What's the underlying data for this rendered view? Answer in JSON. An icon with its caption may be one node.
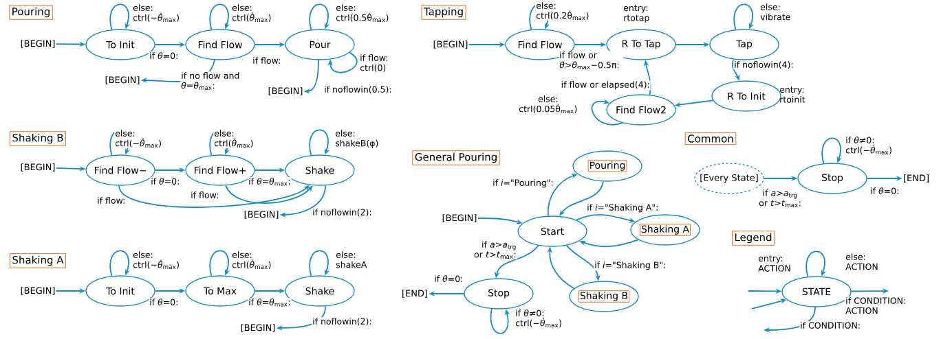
{
  "diagram": {
    "nodes": [
      {
        "text": [
          "Pouring"
        ]
      },
      {
        "text": [
          "[BEGIN]"
        ]
      },
      {
        "text": [
          "To Init"
        ]
      },
      {
        "text": [
          "Find Flow"
        ]
      },
      {
        "text": [
          "Pour"
        ]
      },
      {
        "text": [
          "[BEGIN]"
        ]
      },
      {
        "text": [
          "[BEGIN]"
        ]
      },
      {
        "text": [
          "Tapping"
        ]
      },
      {
        "text": [
          "[BEGIN]"
        ]
      },
      {
        "text": [
          "Find Flow"
        ]
      },
      {
        "text": [
          "R To Tap"
        ],
        "beside": [
          "entry: rtotap"
        ]
      },
      {
        "text": [
          "Tap"
        ]
      },
      {
        "text": [
          "R To Init"
        ],
        "beside": [
          "entry: rtoinit"
        ]
      },
      {
        "text": [
          "Find Flow2"
        ]
      },
      {
        "text": [
          "Shaking B"
        ]
      },
      {
        "text": [
          "[BEGIN]"
        ]
      },
      {
        "text": [
          "Find Flow−"
        ]
      },
      {
        "text": [
          "Find Flow+"
        ]
      },
      {
        "text": [
          "Shake"
        ]
      },
      {
        "text": [
          "[BEGIN]"
        ]
      },
      {
        "text": [
          "Shaking A"
        ]
      },
      {
        "text": [
          "[BEGIN]"
        ]
      },
      {
        "text": [
          "To Init"
        ]
      },
      {
        "text": [
          "To Max"
        ]
      },
      {
        "text": [
          "Shake"
        ]
      },
      {
        "text": [
          "[BEGIN]"
        ]
      },
      {
        "text": [
          "General Pouring"
        ]
      },
      {
        "text": [
          "[BEGIN]"
        ]
      },
      {
        "text": [
          "Start"
        ]
      },
      {
        "text": [],
        "shape": "ellipse"
      },
      {
        "text": [
          "Pouring"
        ],
        "in": 29
      },
      {
        "text": [],
        "shape": "ellipse"
      },
      {
        "text": [
          "Shaking A"
        ],
        "in": 31
      },
      {
        "text": [],
        "shape": "ellipse"
      },
      {
        "text": [
          "Shaking B"
        ],
        "in": 33
      },
      {
        "text": [
          "Stop"
        ]
      },
      {
        "text": [
          "[END]"
        ]
      },
      {
        "text": [
          "Common"
        ]
      },
      {
        "text": [
          "[Every State]"
        ]
      },
      {
        "text": [
          "Stop"
        ]
      },
      {
        "text": [
          "[END]"
        ]
      },
      {
        "text": [
          "Legend"
        ]
      },
      {
        "text": [
          "STATE"
        ],
        "beside": [
          "entry: ACTION"
        ]
      }
    ],
    "edges": [
      {
        "from": 1,
        "to": 2,
        "arrow": "to"
      },
      {
        "from": 2,
        "to": 2,
        "arrow": "to",
        "label": "else: ctrl(−*θ̇*$_{max}$)"
      },
      {
        "from": 2,
        "to": 3,
        "arrow": "to",
        "label": "if *θ*=0:"
      },
      {
        "from": 3,
        "to": 3,
        "arrow": "to",
        "label": "else: ctrl(*θ̇*$_{max}$)"
      },
      {
        "from": 3,
        "to": 5,
        "arrow": "to",
        "label": "if no flow and *θ*=*θ*$_{max}$:"
      },
      {
        "from": 3,
        "to": 4,
        "arrow": "to",
        "label": "if flow:"
      },
      {
        "from": 4,
        "to": 4,
        "arrow": "to",
        "label": "else: ctrl(0.5θ̇$_{max}$)"
      },
      {
        "from": 4,
        "to": 4,
        "arrow": "to",
        "label": "if flow: ctrl(0)"
      },
      {
        "from": 4,
        "to": 6,
        "arrow": "to",
        "label": "if noflowin(0.5):"
      },
      {
        "from": 8,
        "to": 9,
        "arrow": "to"
      },
      {
        "from": 9,
        "to": 9,
        "arrow": "to",
        "label": "else: ctrl(0.2θ̇$_{max}$)"
      },
      {
        "from": 9,
        "to": 10,
        "arrow": "to",
        "label": "if flow or *θ*>*θ*$_{max}$−0.5π:"
      },
      {
        "from": 10,
        "to": 11,
        "arrow": "to"
      },
      {
        "from": 11,
        "to": 11,
        "arrow": "to",
        "label": "else: vibrate"
      },
      {
        "from": 11,
        "to": 12,
        "arrow": "to",
        "label": "if noflowin(4):"
      },
      {
        "from": 12,
        "to": 13,
        "arrow": "to"
      },
      {
        "from": 13,
        "to": 13,
        "arrow": "to",
        "label": "else: ctrl(0.05θ̇$_{max}$)"
      },
      {
        "from": 13,
        "to": 10,
        "arrow": "to",
        "label": "if flow or elapsed(4):"
      },
      {
        "from": 15,
        "to": 16,
        "arrow": "to"
      },
      {
        "from": 16,
        "to": 16,
        "arrow": "to",
        "label": "else: ctrl(−*θ̇*$_{max}$)"
      },
      {
        "from": 16,
        "to": 17,
        "arrow": "to",
        "label": "if *θ*=0:"
      },
      {
        "from": 17,
        "to": 17,
        "arrow": "to",
        "label": "else: ctrl(*θ̇*$_{max}$)"
      },
      {
        "from": 17,
        "to": 18,
        "arrow": "to",
        "label": "if *θ*=*θ*$_{max}$:"
      },
      {
        "from": 16,
        "to": 18,
        "arrow": "to",
        "label": "if flow:"
      },
      {
        "from": 17,
        "to": 18,
        "arrow": "to",
        "label": "if flow:"
      },
      {
        "from": 18,
        "to": 18,
        "arrow": "to",
        "label": "else: shakeB(φ)"
      },
      {
        "from": 18,
        "to": 19,
        "arrow": "to",
        "label": "if noflowin(2):"
      },
      {
        "from": 21,
        "to": 22,
        "arrow": "to"
      },
      {
        "from": 22,
        "to": 22,
        "arrow": "to",
        "label": "else: ctrl(−*θ̇*$_{max}$)"
      },
      {
        "from": 22,
        "to": 23,
        "arrow": "to",
        "label": "if *θ*=0:"
      },
      {
        "from": 23,
        "to": 23,
        "arrow": "to",
        "label": "else: ctrl(*θ̇*$_{max}$)"
      },
      {
        "from": 23,
        "to": 24,
        "arrow": "to",
        "label": "if *θ*=*θ*$_{max}$:"
      },
      {
        "from": 24,
        "to": 24,
        "arrow": "to",
        "label": "else: shakeA"
      },
      {
        "from": 24,
        "to": 25,
        "arrow": "to",
        "label": "if noflowin(2):"
      },
      {
        "from": 27,
        "to": 28,
        "arrow": "to"
      },
      {
        "from": 28,
        "to": 29,
        "arrow": "to",
        "label": "if *i*=\"Pouring\":"
      },
      {
        "from": 29,
        "to": 28,
        "arrow": "to"
      },
      {
        "from": 28,
        "to": 31,
        "arrow": "to",
        "label": "if *i*=\"Shaking A\":"
      },
      {
        "from": 31,
        "to": 28,
        "arrow": "to"
      },
      {
        "from": 28,
        "to": 33,
        "arrow": "to",
        "label": "if *i*=\"Shaking B\":"
      },
      {
        "from": 33,
        "to": 28,
        "arrow": "to"
      },
      {
        "from": 28,
        "to": 35,
        "arrow": "to",
        "label": "if *a*>*a*$_{trg}$ or *t*>*t*$_{max}$:"
      },
      {
        "from": 35,
        "to": 36,
        "arrow": "to",
        "label": "if *θ*=0:"
      },
      {
        "from": 35,
        "to": 35,
        "arrow": "to",
        "label": "if *θ*≠0: ctrl(−*θ̇*$_{max}$)"
      },
      {
        "from": 38,
        "to": 39,
        "arrow": "to",
        "label": "if *a*>*a*$_{trg}$ or *t*>*t*$_{max}$:"
      },
      {
        "from": 39,
        "to": 39,
        "arrow": "to",
        "label": "if *θ*≠0: ctrl(−*θ̇*$_{max}$)"
      },
      {
        "from": 39,
        "to": 40,
        "arrow": "to",
        "label": "if *θ*=0:"
      },
      {
        "from": null,
        "to": 42,
        "arrow": "to"
      },
      {
        "from": null,
        "to": 42,
        "arrow": "to"
      },
      {
        "from": 42,
        "to": 42,
        "arrow": "to",
        "label": "else: ACTION"
      },
      {
        "from": 42,
        "to": null,
        "arrow": "to",
        "label": "if CONDITION: ACTION"
      },
      {
        "from": 42,
        "to": null,
        "arrow": "to",
        "label": "if CONDITION:"
      }
    ]
  }
}
